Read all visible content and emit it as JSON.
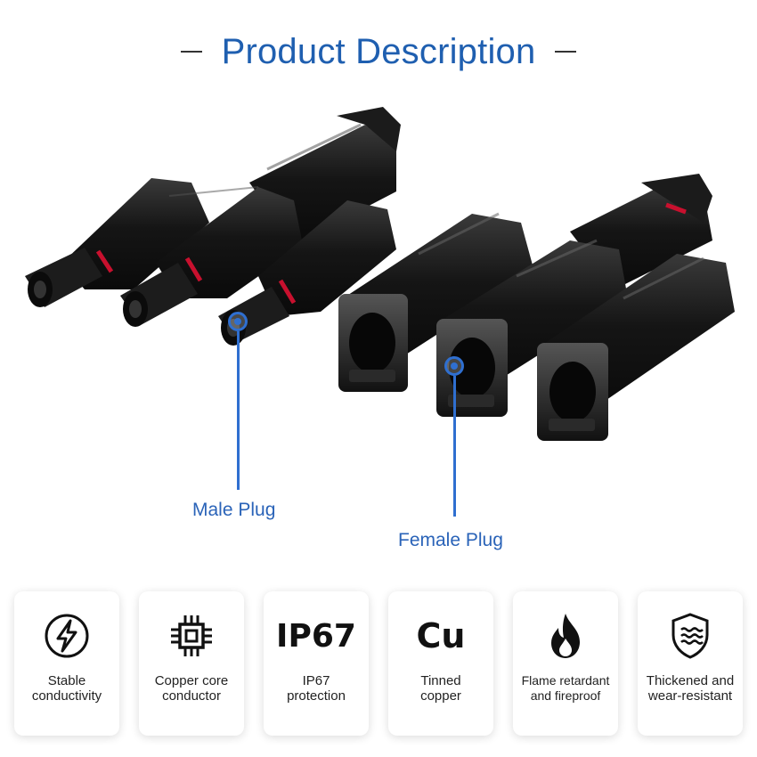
{
  "header": {
    "title": "Product Description"
  },
  "callouts": {
    "male": {
      "label": "Male Plug"
    },
    "female": {
      "label": "Female Plug"
    }
  },
  "features": [
    {
      "icon": "lightning-circle-icon",
      "line1": "Stable",
      "line2": "conductivity"
    },
    {
      "icon": "chip-icon",
      "line1": "Copper core",
      "line2": "conductor"
    },
    {
      "icon_text": "IP67",
      "line1": "IP67",
      "line2": "protection"
    },
    {
      "icon_text": "Cu",
      "line1": "Tinned",
      "line2": "copper"
    },
    {
      "icon": "flame-icon",
      "line1": "Flame retardant",
      "line2": "and fireproof"
    },
    {
      "icon": "shield-waves-icon",
      "line1": "Thickened and",
      "line2": "wear-resistant"
    }
  ],
  "colors": {
    "accent": "#1f5fb0",
    "callout": "#2f6fd0",
    "product": "#141414"
  }
}
